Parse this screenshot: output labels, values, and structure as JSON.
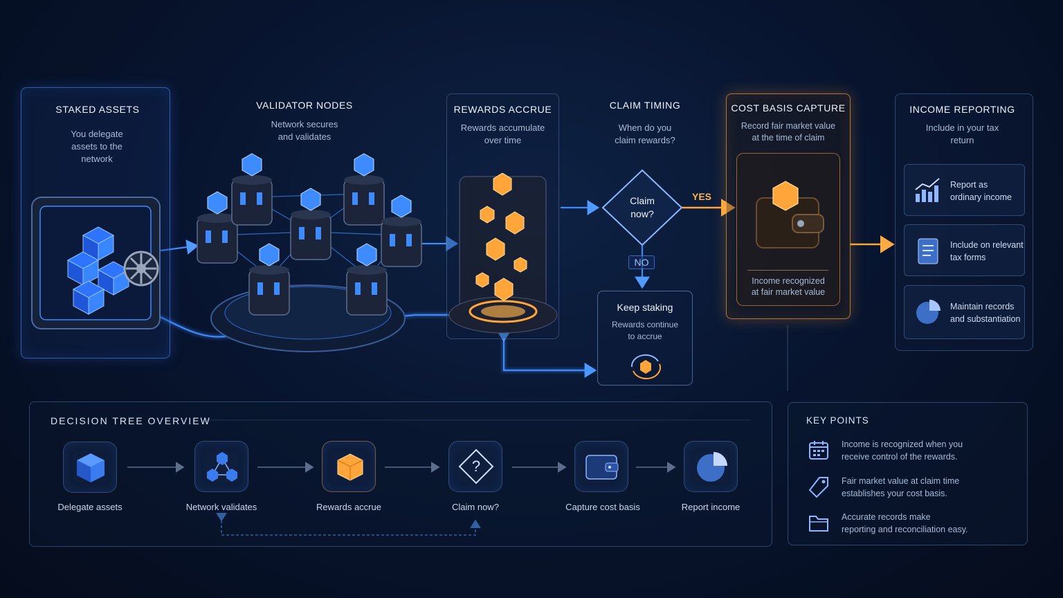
{
  "stages": {
    "staked": {
      "title": "STAKED ASSETS",
      "desc": [
        "You delegate",
        "assets to the",
        "network"
      ]
    },
    "validator": {
      "title": "VALIDATOR NODES",
      "desc": [
        "Network secures",
        "and validates"
      ]
    },
    "rewards": {
      "title": "REWARDS ACCRUE",
      "desc": [
        "Rewards accumulate",
        "over time"
      ]
    },
    "claim": {
      "title": "CLAIM TIMING",
      "desc": [
        "When do you",
        "claim rewards?"
      ],
      "diamond": [
        "Claim",
        "now?"
      ],
      "yes": "YES",
      "no": "NO"
    },
    "keep": {
      "title": "Keep staking",
      "desc": [
        "Rewards continue",
        "to accrue"
      ]
    },
    "cost": {
      "title": "COST BASIS CAPTURE",
      "desc": [
        "Record fair market value",
        "at the time of claim"
      ],
      "note": [
        "Income recognized",
        "at fair market value"
      ]
    },
    "income": {
      "title": "INCOME REPORTING",
      "desc": [
        "Include in your tax",
        "return"
      ],
      "items": [
        {
          "label": [
            "Report as",
            "ordinary income"
          ],
          "icon": "chart-up-icon"
        },
        {
          "label": [
            "Include on relevant",
            "tax forms"
          ],
          "icon": "document-icon"
        },
        {
          "label": [
            "Maintain records",
            "and substantiation"
          ],
          "icon": "pie-chart-icon"
        }
      ]
    }
  },
  "overview": {
    "title": "DECISION TREE OVERVIEW",
    "steps": [
      {
        "label": "Delegate assets",
        "icon": "cube-icon"
      },
      {
        "label": "Network validates",
        "icon": "network-icon"
      },
      {
        "label": "Rewards accrue",
        "icon": "gold-cube-icon"
      },
      {
        "label": "Claim now?",
        "icon": "question-diamond-icon"
      },
      {
        "label": "Capture cost basis",
        "icon": "wallet-icon"
      },
      {
        "label": "Report income",
        "icon": "pie-chart-icon"
      }
    ]
  },
  "key_points": {
    "title": "KEY POINTS",
    "items": [
      {
        "text": [
          "Income is recognized when you",
          "receive control of the rewards."
        ],
        "icon": "calendar-icon"
      },
      {
        "text": [
          "Fair market value at claim time",
          "establishes your cost basis."
        ],
        "icon": "tag-icon"
      },
      {
        "text": [
          "Accurate records make",
          "reporting and reconciliation easy."
        ],
        "icon": "folder-icon"
      }
    ]
  },
  "colors": {
    "blue_accent": "#3d8bff",
    "gold_accent": "#ffa53a",
    "background": "#081530"
  }
}
